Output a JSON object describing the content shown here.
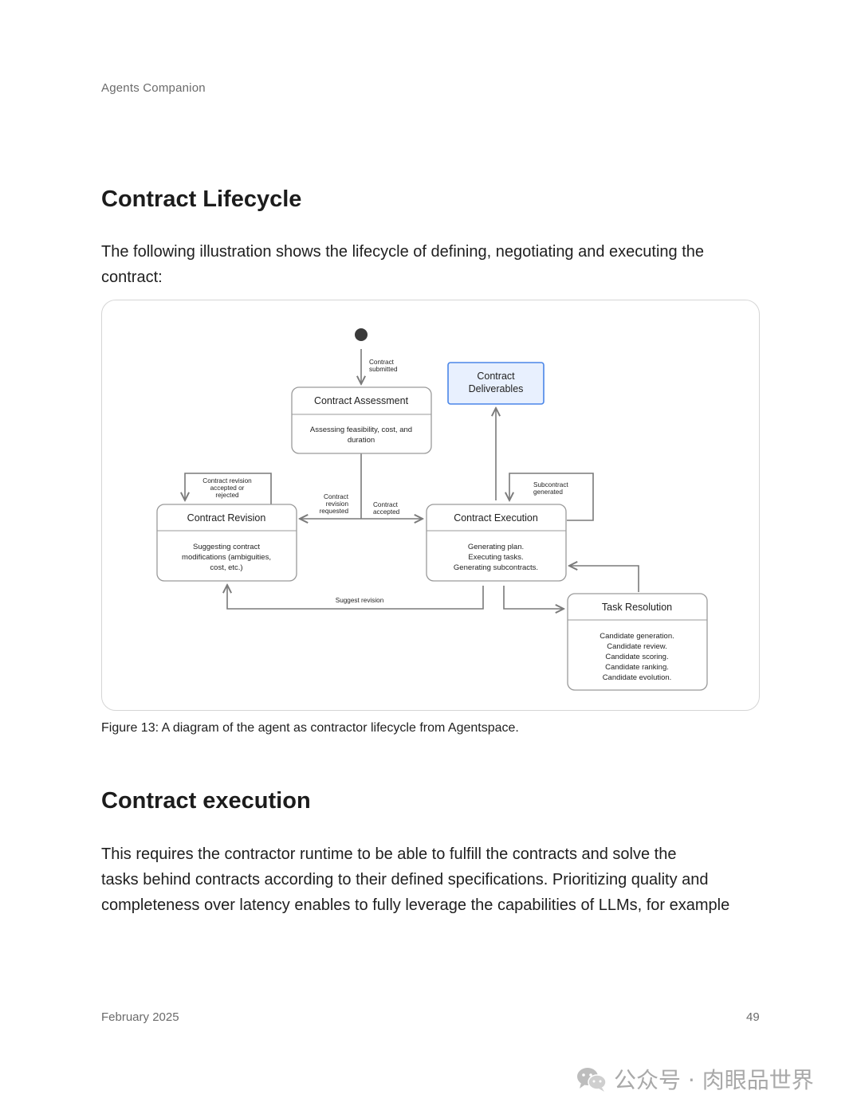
{
  "header": {
    "title": "Agents Companion"
  },
  "section1": {
    "heading": "Contract Lifecycle",
    "paragraph": "The following illustration shows the lifecycle of defining, negotiating and executing the contract:"
  },
  "diagram": {
    "nodes": {
      "assessment": {
        "title": "Contract Assessment",
        "body_lines": [
          "Assessing feasibility, cost, and",
          "duration"
        ]
      },
      "deliverables": {
        "title_lines": [
          "Contract",
          "Deliverables"
        ]
      },
      "revision": {
        "title": "Contract Revision",
        "body_lines": [
          "Suggesting contract",
          "modifications (ambiguities,",
          "cost, etc.)"
        ]
      },
      "execution": {
        "title": "Contract Execution",
        "body_lines": [
          "Generating plan.",
          "Executing tasks.",
          "Generating subcontracts."
        ]
      },
      "task_resolution": {
        "title": "Task Resolution",
        "body_lines": [
          "Candidate generation.",
          "Candidate review.",
          "Candidate scoring.",
          "Candidate ranking.",
          "Candidate evolution."
        ]
      }
    },
    "edges": {
      "submitted": [
        "Contract",
        "submitted"
      ],
      "revision_loop": [
        "Contract revision",
        "accepted or",
        "rejected"
      ],
      "revision_requested": [
        "Contract",
        "revision",
        "requested"
      ],
      "accepted": [
        "Contract",
        "accepted"
      ],
      "subcontract": [
        "Subcontract",
        "generated"
      ],
      "suggest_revision": "Suggest revision"
    },
    "colors": {
      "line": "#7a7a7a",
      "node_border": "#9a9a9a",
      "deliverables_border": "#4a86e8",
      "deliverables_fill": "#e8f0fe",
      "start_dot": "#3a3a3a"
    }
  },
  "caption": "Figure 13: A diagram of the agent as contractor lifecycle from Agentspace.",
  "section2": {
    "heading": "Contract execution",
    "paragraph_lines": [
      "This requires the contractor runtime to be able to fulfill the contracts and solve the",
      "tasks behind contracts according to their defined specifications. Prioritizing quality and",
      "completeness over latency enables to fully leverage the capabilities of LLMs, for example"
    ]
  },
  "footer": {
    "date": "February 2025",
    "page": "49"
  },
  "watermark": {
    "text": "公众号 · 肉眼品世界",
    "icon": "wechat-icon"
  }
}
